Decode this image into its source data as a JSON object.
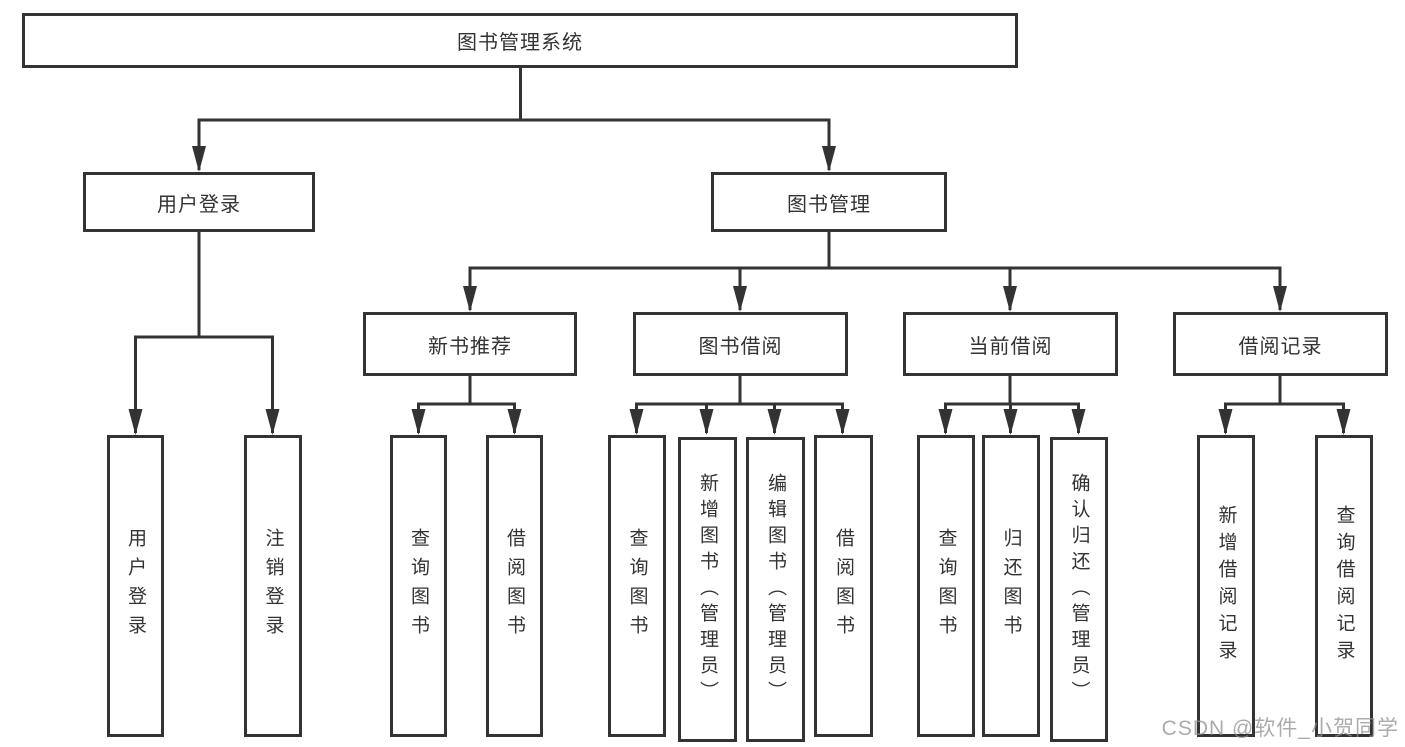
{
  "tree": {
    "label": "图书管理系统",
    "children": [
      {
        "label": "用户登录",
        "children": [
          {
            "label": "用户登录"
          },
          {
            "label": "注销登录"
          }
        ]
      },
      {
        "label": "图书管理",
        "children": [
          {
            "label": "新书推荐",
            "children": [
              {
                "label": "查询图书"
              },
              {
                "label": "借阅图书"
              }
            ]
          },
          {
            "label": "图书借阅",
            "children": [
              {
                "label": "查询图书"
              },
              {
                "label": "新增图书（管理员）"
              },
              {
                "label": "编辑图书（管理员）"
              },
              {
                "label": "借阅图书"
              }
            ]
          },
          {
            "label": "当前借阅",
            "children": [
              {
                "label": "查询图书"
              },
              {
                "label": "归还图书"
              },
              {
                "label": "确认归还（管理员）"
              }
            ]
          },
          {
            "label": "借阅记录",
            "children": [
              {
                "label": "新增借阅记录"
              },
              {
                "label": "查询借阅记录"
              }
            ]
          }
        ]
      }
    ]
  },
  "watermark": "CSDN @软件_小贺同学",
  "colors": {
    "line": "#333333",
    "box_border": "#333333",
    "box_background": "#ffffff",
    "text": "#333333",
    "watermark": "#8f8f8f"
  }
}
